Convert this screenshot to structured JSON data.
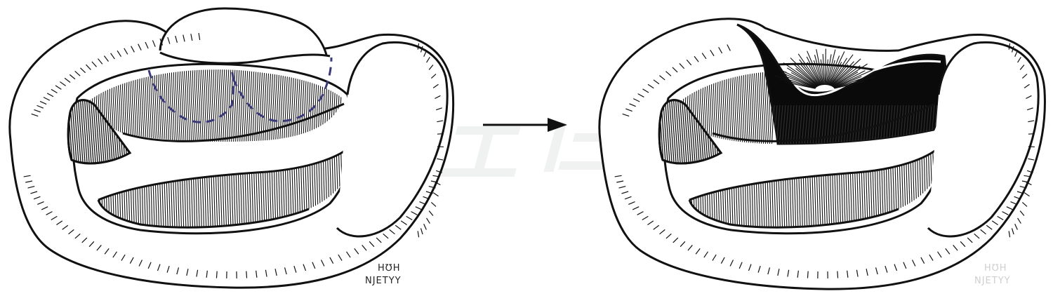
{
  "figure": {
    "left_panel": {
      "signature_top": "H℧H",
      "signature_bottom": "NJETYY"
    },
    "right_panel": {
      "signature_top": "H℧H",
      "signature_bottom": "NJETYY"
    },
    "arrow": {
      "direction": "right"
    },
    "colors": {
      "ink": "#111111",
      "incision": "#3a3a7a",
      "background": "#ffffff",
      "watermark": "#e8eeee"
    }
  }
}
